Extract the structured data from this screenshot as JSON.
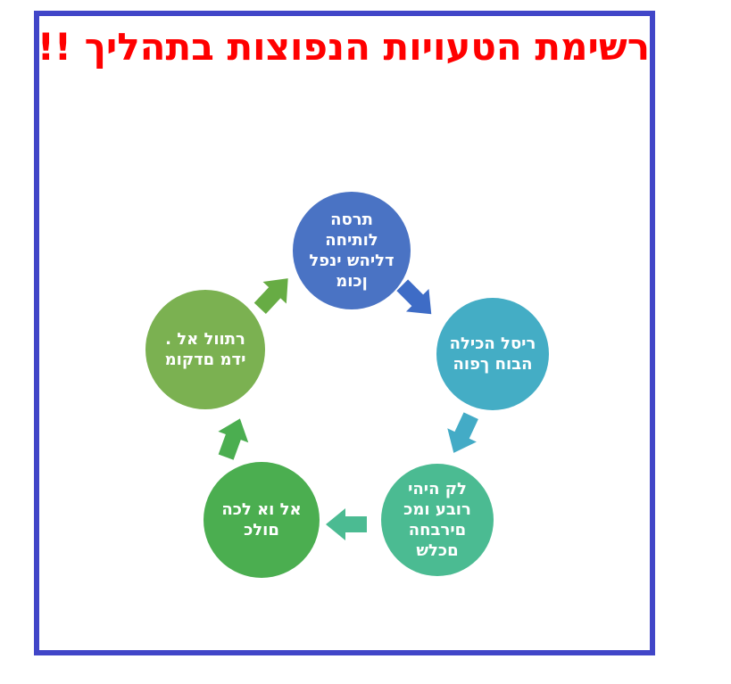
{
  "page": {
    "background_color": "#FFFFFF",
    "frame_border_color": "#4146C8"
  },
  "title": {
    "text": "רשימת הטעויות הנפוצות בתהליך !!",
    "color": "#FF0000"
  },
  "diagram": {
    "type": "cycle",
    "nodes": [
      {
        "id": "remove-diaper-before-child-ready",
        "label": "הסרת\nהחיתול\nלפני שהילד\nמוכן",
        "color": "#4A73C4"
      },
      {
        "id": "going-to-potty-becomes-obligation",
        "label": "הליכה לסיר\nהופך חובה",
        "color": "#44ADC5"
      },
      {
        "id": "will-be-easy-like-your-friends",
        "label": "יהיה קל\nכמו עבור\nהחברים\nשלכם",
        "color": "#4BBB92"
      },
      {
        "id": "all-or-nothing",
        "label": "הכל או לא\nכלום",
        "color": "#4BAE50"
      },
      {
        "id": "dont-give-up-too-early",
        "label": ". לא לוותר\nמוקדם מדי",
        "color": "#7BB151"
      }
    ],
    "arrows": [
      {
        "from": 0,
        "to": 1,
        "direction": "down-right",
        "color": "#3E6CC6"
      },
      {
        "from": 1,
        "to": 2,
        "direction": "down-left",
        "color": "#43ABC6"
      },
      {
        "from": 2,
        "to": 3,
        "direction": "left",
        "color": "#4BBB92"
      },
      {
        "from": 3,
        "to": 4,
        "direction": "up",
        "color": "#4BAE50"
      },
      {
        "from": 4,
        "to": 0,
        "direction": "up-right",
        "color": "#67AC44"
      }
    ]
  }
}
